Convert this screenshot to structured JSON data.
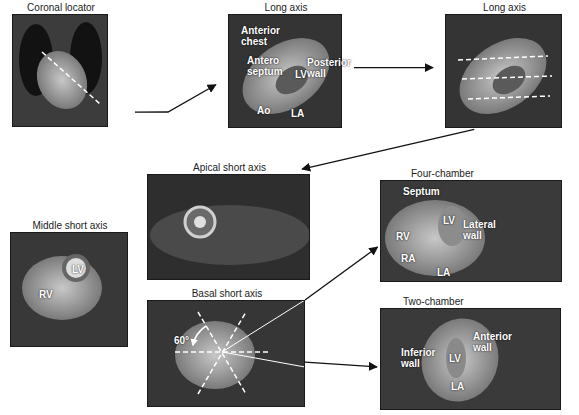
{
  "diagram": {
    "nodes": [
      {
        "text": [
          "Coronal locator"
        ]
      },
      {
        "text": [
          "Long axis",
          "Anterior chest",
          "Antero septum",
          "LV",
          "Posterior wall",
          "Ao",
          "LA"
        ]
      },
      {
        "text": [
          "Long axis"
        ]
      },
      {
        "text": [
          "Apical short axis"
        ]
      },
      {
        "text": [
          "Four-chamber",
          "Septum",
          "RV",
          "LV",
          "Lateral wall",
          "RA",
          "LA"
        ]
      },
      {
        "text": [
          "Middle short axis",
          "RV",
          "LV"
        ]
      },
      {
        "text": [
          "Basal short axis",
          "60°"
        ]
      },
      {
        "text": [
          "Two-chamber",
          "Inferior wall",
          "LV",
          "Anterior wall",
          "LA"
        ]
      }
    ],
    "edges": [
      {
        "from": 0,
        "to": 1,
        "arrow": "to"
      },
      {
        "from": 1,
        "to": 2,
        "arrow": "to"
      },
      {
        "from": 2,
        "to": 3,
        "arrow": "to"
      },
      {
        "from": 6,
        "to": 4,
        "arrow": "to"
      },
      {
        "from": 6,
        "to": 7,
        "arrow": "to"
      }
    ]
  }
}
